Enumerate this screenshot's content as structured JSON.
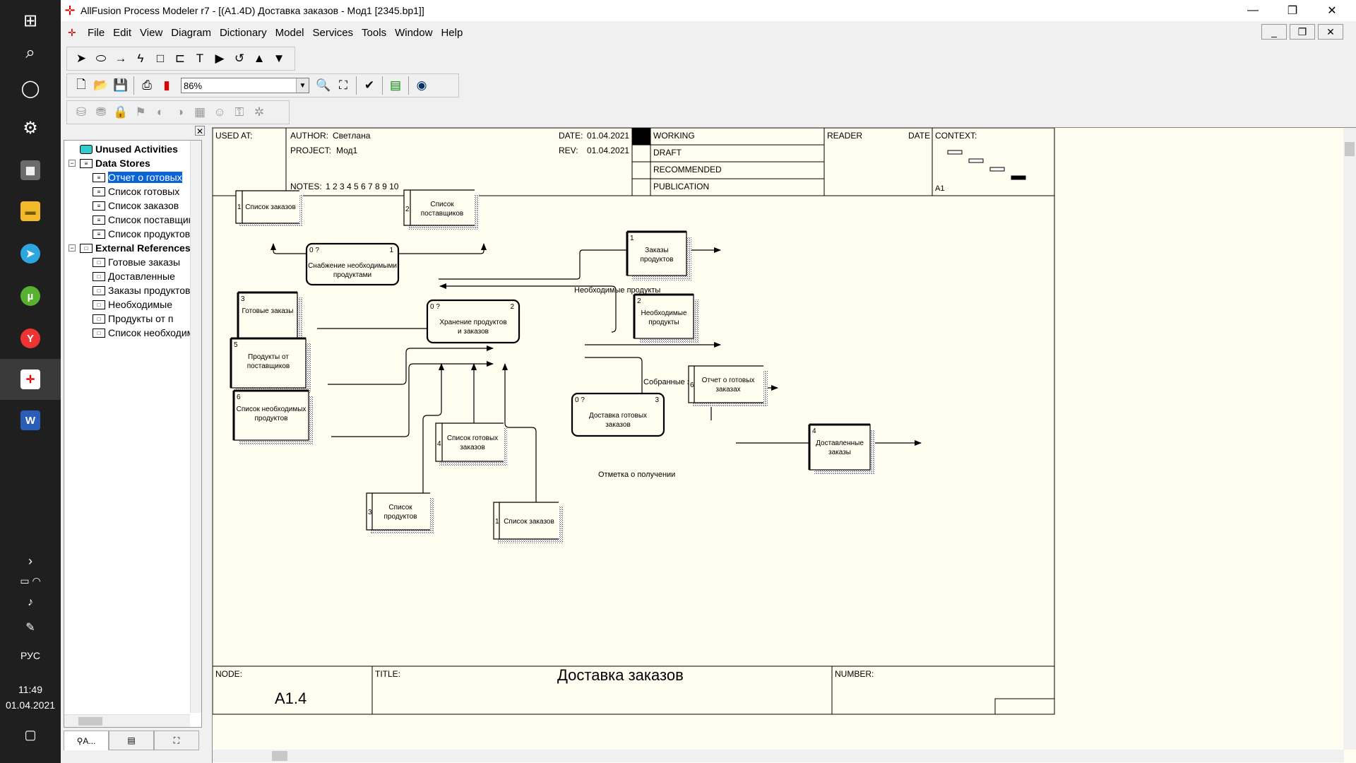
{
  "window": {
    "title": "AllFusion Process Modeler r7 - [(A1.4D) Доставка заказов - Мод1  [2345.bp1]]",
    "controls": [
      "—",
      "❐",
      "✕"
    ]
  },
  "menu": [
    "File",
    "Edit",
    "View",
    "Diagram",
    "Dictionary",
    "Model",
    "Services",
    "Tools",
    "Window",
    "Help"
  ],
  "zoom": "86%",
  "taskbar": {
    "language": "РУС",
    "time": "11:49",
    "date": "01.04.2021"
  },
  "tree": {
    "groups": [
      {
        "label": "Unused Activities",
        "items": []
      },
      {
        "label": "Data Stores",
        "items": [
          "Отчет о готовых",
          "Список готовых",
          "Список заказов",
          "Список поставщиков",
          "Список продуктов"
        ]
      },
      {
        "label": "External References",
        "items": [
          "Готовые заказы",
          "Доставленные",
          "Заказы продуктов",
          "Необходимые",
          "Продукты от п",
          "Список необходимых"
        ]
      }
    ],
    "selected": "Отчет о готовых",
    "tabs": [
      "A..."
    ]
  },
  "header": {
    "used_at": "USED AT:",
    "author_label": "AUTHOR:",
    "author": "Светлана",
    "project_label": "PROJECT:",
    "project": "Мод1",
    "date_label": "DATE:",
    "date": "01.04.2021",
    "rev_label": "REV:",
    "rev": "01.04.2021",
    "notes_label": "NOTES:",
    "notes": "1  2  3  4  5  6  7  8  9  10",
    "status": [
      "WORKING",
      "DRAFT",
      "RECOMMENDED",
      "PUBLICATION"
    ],
    "reader": "READER",
    "reader_date": "DATE",
    "context": "CONTEXT:",
    "context_node": "A1"
  },
  "footer": {
    "node_label": "NODE:",
    "node": "A1.4",
    "title_label": "TITLE:",
    "title": "Доставка заказов",
    "number_label": "NUMBER:"
  },
  "diagram": {
    "processes": [
      {
        "id": "p1",
        "tl": "0 ?",
        "num": "1",
        "line1": "Снабжение необходимыми",
        "line2": "продуктами"
      },
      {
        "id": "p2",
        "tl": "0 ?",
        "num": "2",
        "line1": "Хранение продуктов",
        "line2": "и заказов"
      },
      {
        "id": "p3",
        "tl": "0 ?",
        "num": "3",
        "line1": "Доставка готовых",
        "line2": "заказов"
      }
    ],
    "stores": [
      {
        "id": "s1",
        "num": "1",
        "line1": "Список заказов",
        "line2": ""
      },
      {
        "id": "s2",
        "num": "2",
        "line1": "Список",
        "line2": "поставщиков"
      },
      {
        "id": "s3",
        "num": "4",
        "line1": "Список готовых",
        "line2": "заказов"
      },
      {
        "id": "s4",
        "num": "3",
        "line1": "Список",
        "line2": "продуктов"
      },
      {
        "id": "s5",
        "num": "1",
        "line1": "Список заказов",
        "line2": ""
      },
      {
        "id": "s6",
        "num": "6",
        "line1": "Отчет о готовых",
        "line2": "заказах"
      }
    ],
    "externals": [
      {
        "id": "e1",
        "num": "1",
        "line1": "Заказы",
        "line2": "продуктов"
      },
      {
        "id": "e2",
        "num": "2",
        "line1": "Необходимые",
        "line2": "продукты"
      },
      {
        "id": "e3",
        "num": "3",
        "line1": "Готовые заказы",
        "line2": ""
      },
      {
        "id": "e4",
        "num": "5",
        "line1": "Продукты от",
        "line2": "поставщиков"
      },
      {
        "id": "e5",
        "num": "6",
        "line1": "Список необходимых",
        "line2": "продуктов"
      },
      {
        "id": "e6",
        "num": "4",
        "line1": "Доставленные",
        "line2": "заказы"
      }
    ],
    "labels": {
      "needed": "Необходимые продукты",
      "collected": "Собранные заказы",
      "receipt": "Отметка о получении"
    }
  }
}
